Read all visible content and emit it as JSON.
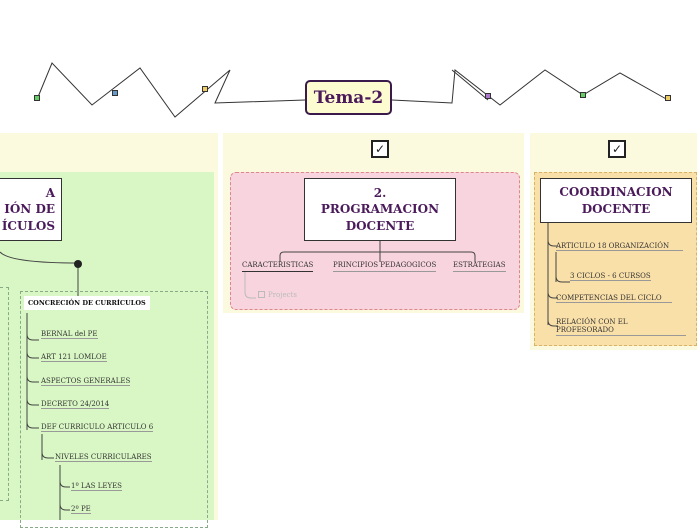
{
  "central_topic": "Tema-2",
  "left_panel": {
    "title_fragment_1": "A",
    "title_fragment_2": "IÓN DE",
    "title_fragment_3": "ÍCULOS",
    "sub_header": "CONCRECIÓN DE CURRÍCULOS",
    "items": [
      "BERNAL del PE",
      "ART 121  LOMLOE",
      "ASPECTOS GENERALES",
      "DECRETO 24/2014",
      "DEF CURRICULO  ARTICULO 6",
      "NIVELES CURRICULARES",
      "1º LAS LEYES",
      "2º PE"
    ],
    "item_highlight": "PE"
  },
  "middle_panel": {
    "title": "2. PROGRAMACION DOCENTE",
    "children": [
      "CARACTERISTICAS",
      "PRINCIPIOS PEDAGOGICOS",
      "ESTRATEGIAS"
    ],
    "sub_child": "Projects"
  },
  "right_panel": {
    "title": "COORDINACION DOCENTE",
    "items": [
      "ARTICULO 18  ORGANIZACIÓN",
      "3 CICLOS - 6 CURSOS",
      "COMPETENCIAS DEL CICLO",
      "RELACIÓN CON EL PROFESORADO"
    ]
  },
  "colors": {
    "central_bg": "#fdfbd0",
    "left_bg": "#d9f7c4",
    "middle_bg": "#f7d4de",
    "right_bg": "#f9dfa8",
    "panel_bg": "#fbfadf"
  }
}
